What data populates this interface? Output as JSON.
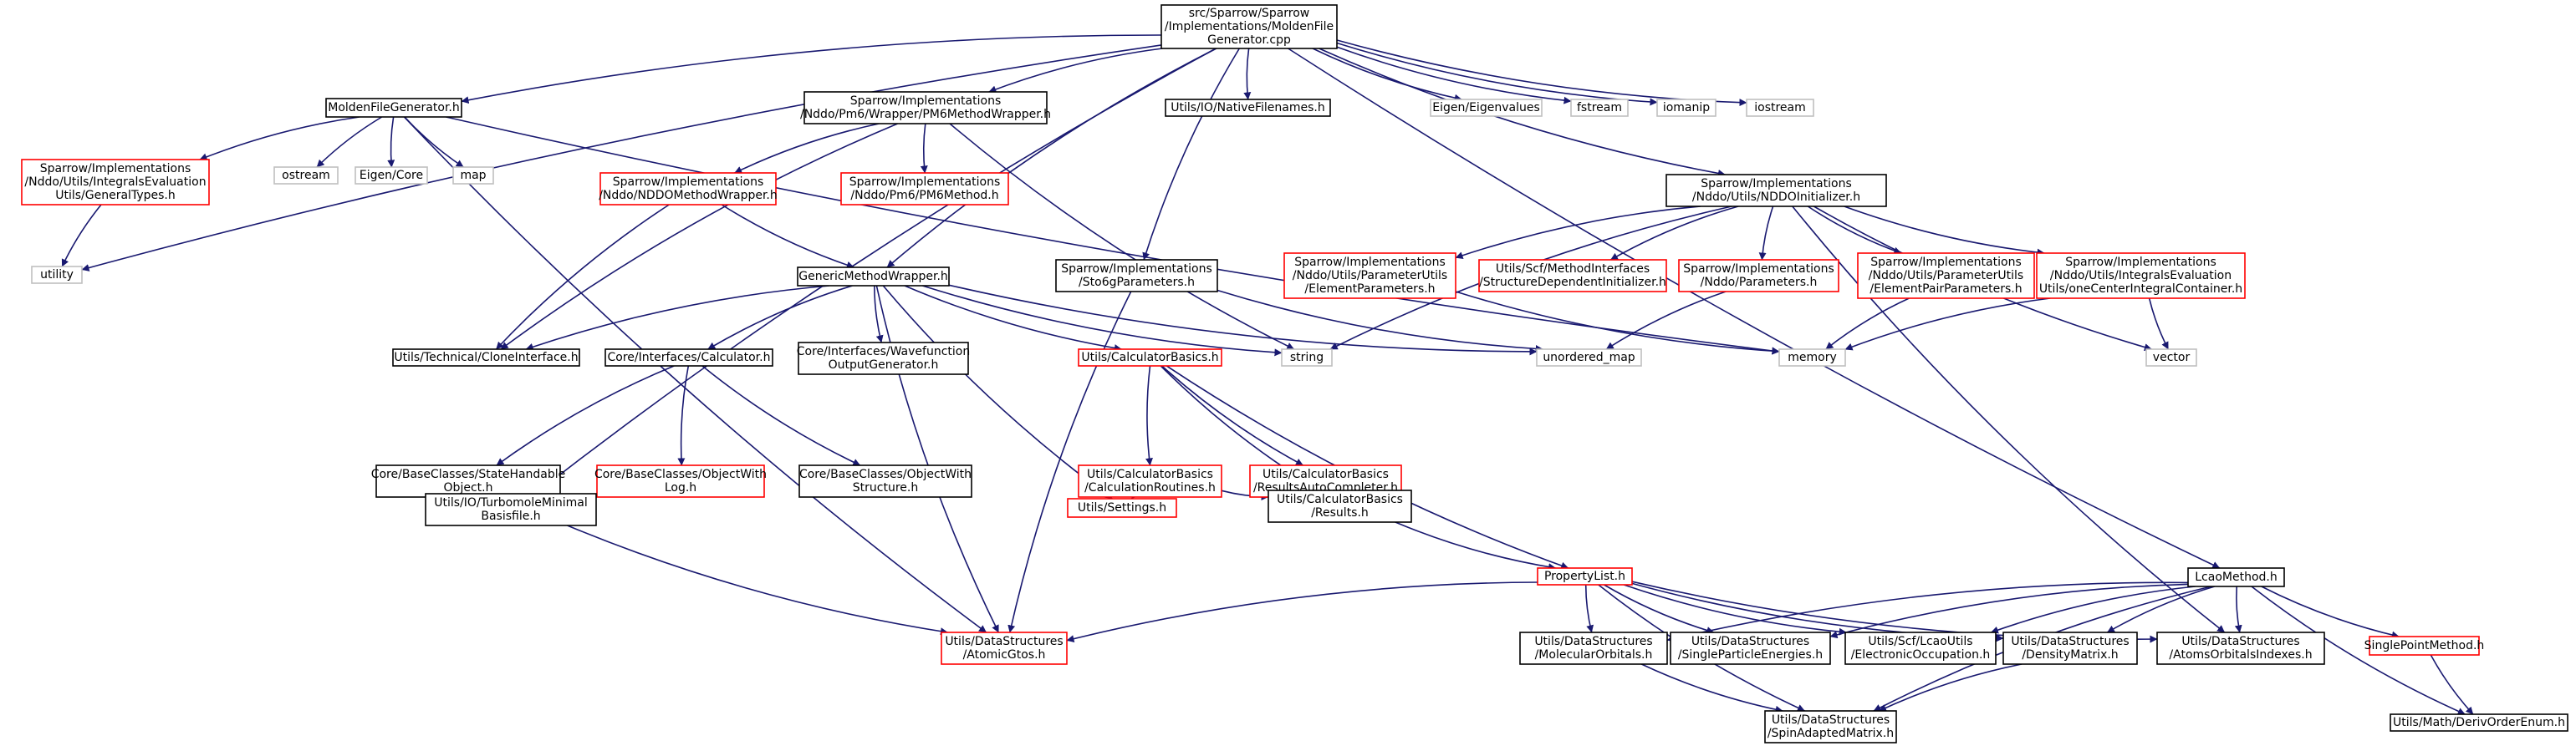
{
  "colors": {
    "edge": "#191970",
    "box_border_normal": "#000000",
    "box_border_linked": "#ff0000",
    "box_border_external": "#bfbfbf",
    "root_fill": "#bfbfbf",
    "text": "#000000"
  },
  "nodes": [
    {
      "id": "root",
      "lines": [
        "src/Sparrow/Sparrow",
        "/Implementations/MoldenFile",
        "Generator.cpp"
      ],
      "style": "root"
    },
    {
      "id": "mfg_h",
      "lines": [
        "MoldenFileGenerator.h"
      ],
      "style": "normal"
    },
    {
      "id": "pm6wrap",
      "lines": [
        "Sparrow/Implementations",
        "/Nddo/Pm6/Wrapper/PM6MethodWrapper.h"
      ],
      "style": "normal"
    },
    {
      "id": "nativefn",
      "lines": [
        "Utils/IO/NativeFilenames.h"
      ],
      "style": "normal"
    },
    {
      "id": "eigvals",
      "lines": [
        "Eigen/Eigenvalues"
      ],
      "style": "external"
    },
    {
      "id": "fstream",
      "lines": [
        "fstream"
      ],
      "style": "external"
    },
    {
      "id": "iomanip",
      "lines": [
        "iomanip"
      ],
      "style": "external"
    },
    {
      "id": "iostream",
      "lines": [
        "iostream"
      ],
      "style": "external"
    },
    {
      "id": "gentypes",
      "lines": [
        "Sparrow/Implementations",
        "/Nddo/Utils/IntegralsEvaluation",
        "Utils/GeneralTypes.h"
      ],
      "style": "linked"
    },
    {
      "id": "ostream",
      "lines": [
        "ostream"
      ],
      "style": "external"
    },
    {
      "id": "eigcore",
      "lines": [
        "Eigen/Core"
      ],
      "style": "external"
    },
    {
      "id": "map",
      "lines": [
        "map"
      ],
      "style": "external"
    },
    {
      "id": "nddowrap",
      "lines": [
        "Sparrow/Implementations",
        "/Nddo/NDDOMethodWrapper.h"
      ],
      "style": "linked"
    },
    {
      "id": "pm6method",
      "lines": [
        "Sparrow/Implementations",
        "/Nddo/Pm6/PM6Method.h"
      ],
      "style": "linked"
    },
    {
      "id": "nddoinit",
      "lines": [
        "Sparrow/Implementations",
        "/Nddo/Utils/NDDOInitializer.h"
      ],
      "style": "normal"
    },
    {
      "id": "utility",
      "lines": [
        "utility"
      ],
      "style": "external"
    },
    {
      "id": "genwrap",
      "lines": [
        "GenericMethodWrapper.h"
      ],
      "style": "normal"
    },
    {
      "id": "sto6g",
      "lines": [
        "Sparrow/Implementations",
        "/Sto6gParameters.h"
      ],
      "style": "normal"
    },
    {
      "id": "elemparams",
      "lines": [
        "Sparrow/Implementations",
        "/Nddo/Utils/ParameterUtils",
        "/ElementParameters.h"
      ],
      "style": "linked"
    },
    {
      "id": "structinit",
      "lines": [
        "Utils/Scf/MethodInterfaces",
        "/StructureDependentInitializer.h"
      ],
      "style": "linked"
    },
    {
      "id": "params",
      "lines": [
        "Sparrow/Implementations",
        "/Nddo/Parameters.h"
      ],
      "style": "linked"
    },
    {
      "id": "elempair",
      "lines": [
        "Sparrow/Implementations",
        "/Nddo/Utils/ParameterUtils",
        "/ElementPairParameters.h"
      ],
      "style": "linked"
    },
    {
      "id": "onecenter",
      "lines": [
        "Sparrow/Implementations",
        "/Nddo/Utils/IntegralsEvaluation",
        "Utils/oneCenterIntegralContainer.h"
      ],
      "style": "linked"
    },
    {
      "id": "cloneif",
      "lines": [
        "Utils/Technical/CloneInterface.h"
      ],
      "style": "normal"
    },
    {
      "id": "calculator",
      "lines": [
        "Core/Interfaces/Calculator.h"
      ],
      "style": "normal"
    },
    {
      "id": "wfgen",
      "lines": [
        "Core/Interfaces/Wavefunction",
        "OutputGenerator.h"
      ],
      "style": "normal"
    },
    {
      "id": "calcbasics",
      "lines": [
        "Utils/CalculatorBasics.h"
      ],
      "style": "linked"
    },
    {
      "id": "string",
      "lines": [
        "string"
      ],
      "style": "external"
    },
    {
      "id": "umap",
      "lines": [
        "unordered_map"
      ],
      "style": "external"
    },
    {
      "id": "memory",
      "lines": [
        "memory"
      ],
      "style": "external"
    },
    {
      "id": "vector",
      "lines": [
        "vector"
      ],
      "style": "external"
    },
    {
      "id": "statehandle",
      "lines": [
        "Core/BaseClasses/StateHandable",
        "Object.h"
      ],
      "style": "normal"
    },
    {
      "id": "objwithlog",
      "lines": [
        "Core/BaseClasses/ObjectWith",
        "Log.h"
      ],
      "style": "linked"
    },
    {
      "id": "objwithstruct",
      "lines": [
        "Core/BaseClasses/ObjectWith",
        "Structure.h"
      ],
      "style": "normal"
    },
    {
      "id": "calcroutines",
      "lines": [
        "Utils/CalculatorBasics",
        "/CalculationRoutines.h"
      ],
      "style": "linked"
    },
    {
      "id": "resautocomp",
      "lines": [
        "Utils/CalculatorBasics",
        "/ResultsAutoCompleter.h"
      ],
      "style": "linked"
    },
    {
      "id": "settings",
      "lines": [
        "Utils/Settings.h"
      ],
      "style": "linked"
    },
    {
      "id": "results",
      "lines": [
        "Utils/CalculatorBasics",
        "/Results.h"
      ],
      "style": "normal"
    },
    {
      "id": "turbomole",
      "lines": [
        "Utils/IO/TurbomoleMinimal",
        "Basisfile.h"
      ],
      "style": "normal"
    },
    {
      "id": "proplist",
      "lines": [
        "PropertyList.h"
      ],
      "style": "linked"
    },
    {
      "id": "lcao",
      "lines": [
        "LcaoMethod.h"
      ],
      "style": "normal"
    },
    {
      "id": "atomicgtos",
      "lines": [
        "Utils/DataStructures",
        "/AtomicGtos.h"
      ],
      "style": "linked"
    },
    {
      "id": "molorb",
      "lines": [
        "Utils/DataStructures",
        "/MolecularOrbitals.h"
      ],
      "style": "normal"
    },
    {
      "id": "spe",
      "lines": [
        "Utils/DataStructures",
        "/SingleParticleEnergies.h"
      ],
      "style": "normal"
    },
    {
      "id": "elocc",
      "lines": [
        "Utils/Scf/LcaoUtils",
        "/ElectronicOccupation.h"
      ],
      "style": "normal"
    },
    {
      "id": "densmat",
      "lines": [
        "Utils/DataStructures",
        "/DensityMatrix.h"
      ],
      "style": "normal"
    },
    {
      "id": "atomorbidx",
      "lines": [
        "Utils/DataStructures",
        "/AtomsOrbitalsIndexes.h"
      ],
      "style": "normal"
    },
    {
      "id": "spmethod",
      "lines": [
        "SinglePointMethod.h"
      ],
      "style": "linked"
    },
    {
      "id": "spinadapt",
      "lines": [
        "Utils/DataStructures",
        "/SpinAdaptedMatrix.h"
      ],
      "style": "normal"
    },
    {
      "id": "derivorder",
      "lines": [
        "Utils/Math/DerivOrderEnum.h"
      ],
      "style": "normal"
    }
  ],
  "edges": [
    [
      "root",
      "mfg_h"
    ],
    [
      "root",
      "pm6wrap"
    ],
    [
      "root",
      "nativefn"
    ],
    [
      "root",
      "eigvals"
    ],
    [
      "root",
      "fstream"
    ],
    [
      "root",
      "iomanip"
    ],
    [
      "root",
      "iostream"
    ],
    [
      "root",
      "utility"
    ],
    [
      "root",
      "genwrap"
    ],
    [
      "root",
      "sto6g"
    ],
    [
      "root",
      "nddoinit"
    ],
    [
      "root",
      "lcao"
    ],
    [
      "root",
      "turbomole"
    ],
    [
      "mfg_h",
      "gentypes"
    ],
    [
      "mfg_h",
      "ostream"
    ],
    [
      "mfg_h",
      "eigcore"
    ],
    [
      "mfg_h",
      "map"
    ],
    [
      "mfg_h",
      "atomicgtos"
    ],
    [
      "mfg_h",
      "memory"
    ],
    [
      "gentypes",
      "utility"
    ],
    [
      "pm6wrap",
      "nddowrap"
    ],
    [
      "pm6wrap",
      "pm6method"
    ],
    [
      "pm6wrap",
      "cloneif"
    ],
    [
      "pm6wrap",
      "string"
    ],
    [
      "nddowrap",
      "genwrap"
    ],
    [
      "nddowrap",
      "cloneif"
    ],
    [
      "genwrap",
      "cloneif"
    ],
    [
      "genwrap",
      "calculator"
    ],
    [
      "genwrap",
      "wfgen"
    ],
    [
      "genwrap",
      "calcbasics"
    ],
    [
      "genwrap",
      "string"
    ],
    [
      "genwrap",
      "umap"
    ],
    [
      "genwrap",
      "settings"
    ],
    [
      "genwrap",
      "atomicgtos"
    ],
    [
      "sto6g",
      "atomicgtos"
    ],
    [
      "sto6g",
      "umap"
    ],
    [
      "nddoinit",
      "elemparams"
    ],
    [
      "nddoinit",
      "structinit"
    ],
    [
      "nddoinit",
      "params"
    ],
    [
      "nddoinit",
      "elempair"
    ],
    [
      "nddoinit",
      "onecenter"
    ],
    [
      "nddoinit",
      "string"
    ],
    [
      "nddoinit",
      "vector"
    ],
    [
      "nddoinit",
      "atomorbidx"
    ],
    [
      "elemparams",
      "memory"
    ],
    [
      "params",
      "umap"
    ],
    [
      "elempair",
      "memory"
    ],
    [
      "onecenter",
      "memory"
    ],
    [
      "onecenter",
      "vector"
    ],
    [
      "calculator",
      "statehandle"
    ],
    [
      "calculator",
      "objwithlog"
    ],
    [
      "calculator",
      "objwithstruct"
    ],
    [
      "calcbasics",
      "calcroutines"
    ],
    [
      "calcbasics",
      "resautocomp"
    ],
    [
      "calcbasics",
      "results"
    ],
    [
      "calcbasics",
      "proplist"
    ],
    [
      "calcroutines",
      "settings"
    ],
    [
      "calcroutines",
      "results"
    ],
    [
      "resautocomp",
      "results"
    ],
    [
      "results",
      "proplist"
    ],
    [
      "turbomole",
      "atomicgtos"
    ],
    [
      "proplist",
      "atomicgtos"
    ],
    [
      "proplist",
      "molorb"
    ],
    [
      "proplist",
      "spe"
    ],
    [
      "proplist",
      "elocc"
    ],
    [
      "proplist",
      "densmat"
    ],
    [
      "proplist",
      "atomorbidx"
    ],
    [
      "proplist",
      "spinadapt"
    ],
    [
      "lcao",
      "molorb"
    ],
    [
      "lcao",
      "spe"
    ],
    [
      "lcao",
      "elocc"
    ],
    [
      "lcao",
      "densmat"
    ],
    [
      "lcao",
      "atomorbidx"
    ],
    [
      "lcao",
      "spmethod"
    ],
    [
      "lcao",
      "spinadapt"
    ],
    [
      "lcao",
      "derivorder"
    ],
    [
      "molorb",
      "spinadapt"
    ],
    [
      "densmat",
      "spinadapt"
    ],
    [
      "spmethod",
      "derivorder"
    ]
  ]
}
